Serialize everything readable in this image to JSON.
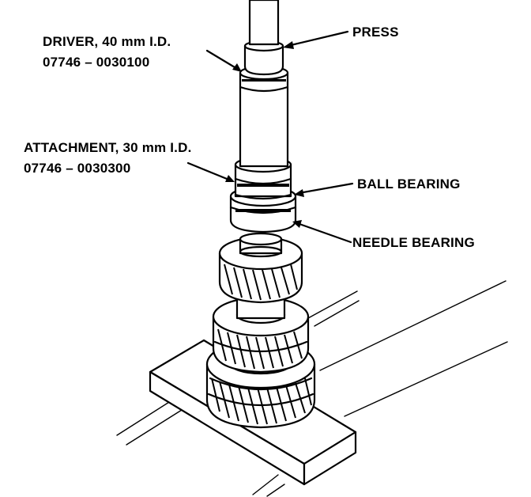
{
  "labels": {
    "driver_line1": "DRIVER, 40 mm I.D.",
    "driver_line2": "07746 – 0030100",
    "press": "PRESS",
    "attachment_line1": "ATTACHMENT, 30 mm I.D.",
    "attachment_line2": "07746 – 0030300",
    "ball_bearing": "BALL BEARING",
    "needle_bearing": "NEEDLE BEARING"
  },
  "colors": {
    "ink": "#000000",
    "paper": "#ffffff"
  }
}
